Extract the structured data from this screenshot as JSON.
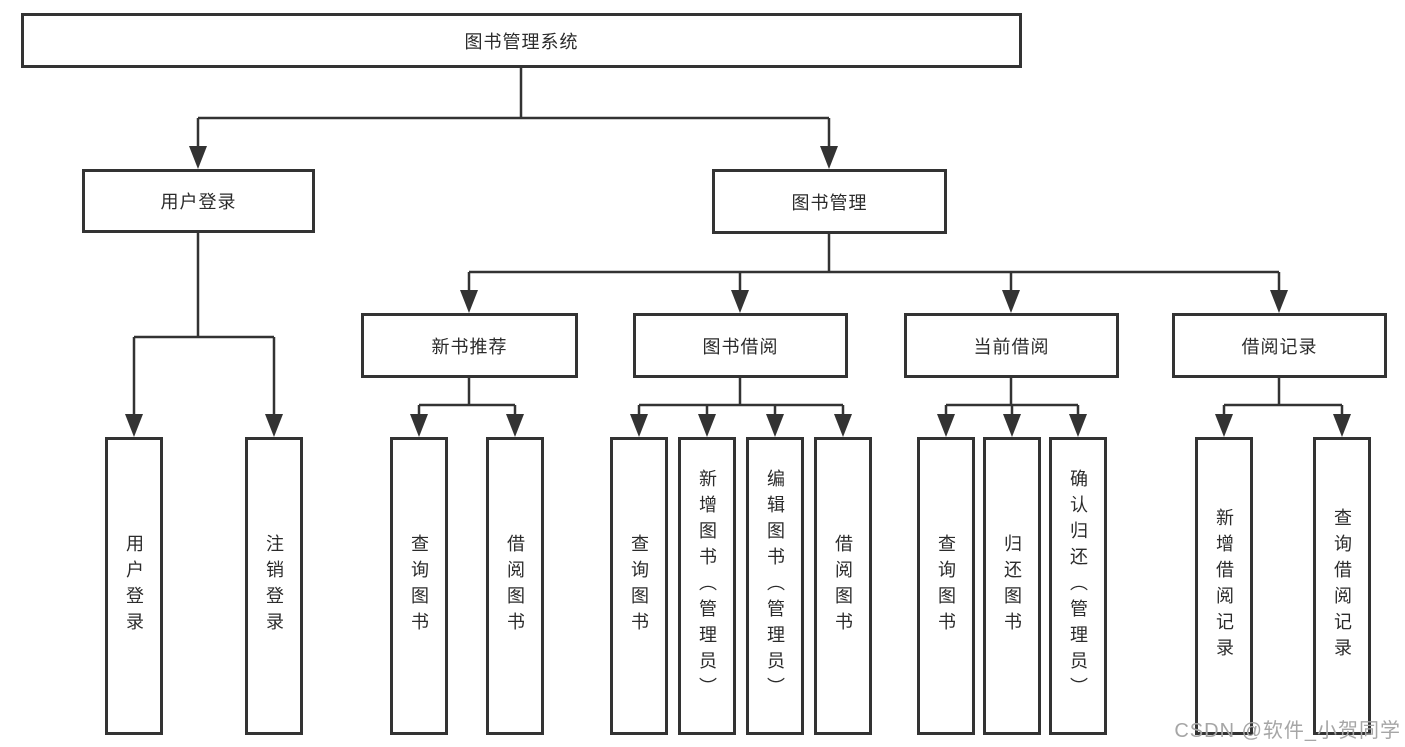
{
  "diagram": {
    "title_node": {
      "label": "图书管理系统"
    },
    "level1": {
      "user_login": {
        "label": "用户登录"
      },
      "book_mgmt": {
        "label": "图书管理"
      }
    },
    "level2": {
      "new_book_recommend": {
        "label": "新书推荐"
      },
      "book_borrow": {
        "label": "图书借阅"
      },
      "current_borrow": {
        "label": "当前借阅"
      },
      "borrow_records": {
        "label": "借阅记录"
      }
    },
    "leaves": {
      "user": [
        "用户登录",
        "注销登录"
      ],
      "recommend": [
        "查询图书",
        "借阅图书"
      ],
      "borrow": [
        "查询图书",
        "新增图书（管理员）",
        "编辑图书（管理员）",
        "借阅图书"
      ],
      "current": [
        "查询图书",
        "归还图书",
        "确认归还（管理员）"
      ],
      "records": [
        "新增借阅记录",
        "查询借阅记录"
      ]
    }
  },
  "watermark": "CSDN @软件_小贺同学",
  "colors": {
    "line": "#333333",
    "text": "#2b2b2b",
    "watermark": "#a6a6a6",
    "background": "#ffffff"
  }
}
